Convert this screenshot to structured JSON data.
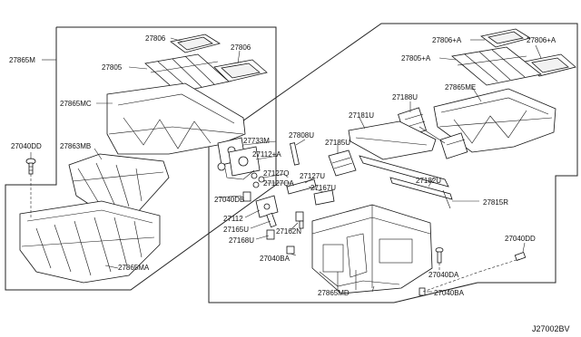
{
  "diagram": {
    "id_code": "J27002BV",
    "left_group": {
      "group_code": "27865M",
      "labels": [
        "27806",
        "27806",
        "27805",
        "27865MC",
        "27863MB",
        "27040DD",
        "27865MA"
      ]
    },
    "right_group": {
      "group_code": "27815R",
      "labels": [
        "27806+A",
        "27806+A",
        "27805+A",
        "27865ME",
        "27188U",
        "27181U",
        "27808U",
        "27733M",
        "27185U",
        "27112+A",
        "27127Q",
        "27127QA",
        "27127U",
        "27040DB",
        "27167U",
        "27182U",
        "27112",
        "27165U",
        "27168U",
        "27162N",
        "27040BA",
        "27865MD",
        "27040DA",
        "27040BA",
        "27040DD"
      ]
    }
  }
}
